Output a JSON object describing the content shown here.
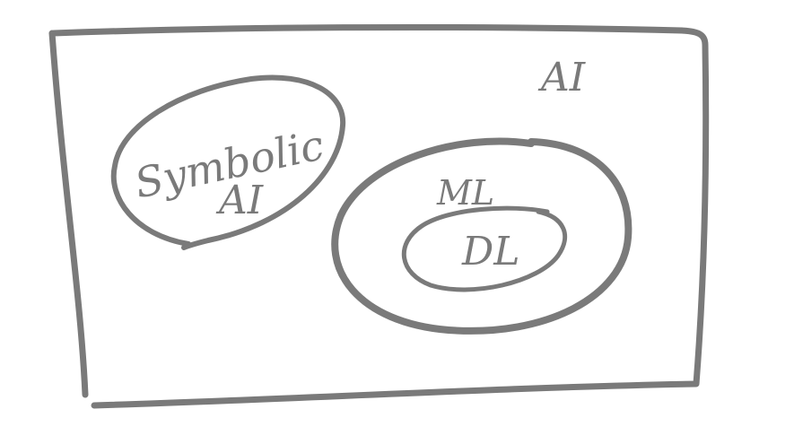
{
  "diagram": {
    "stroke_color": "#7a7a7a",
    "background": "#ffffff",
    "regions": {
      "outer": {
        "label": "AI"
      },
      "symbolic": {
        "label_line1": "Symbolic",
        "label_line2": "AI"
      },
      "ml": {
        "label": "ML"
      },
      "dl": {
        "label": "DL"
      }
    }
  }
}
